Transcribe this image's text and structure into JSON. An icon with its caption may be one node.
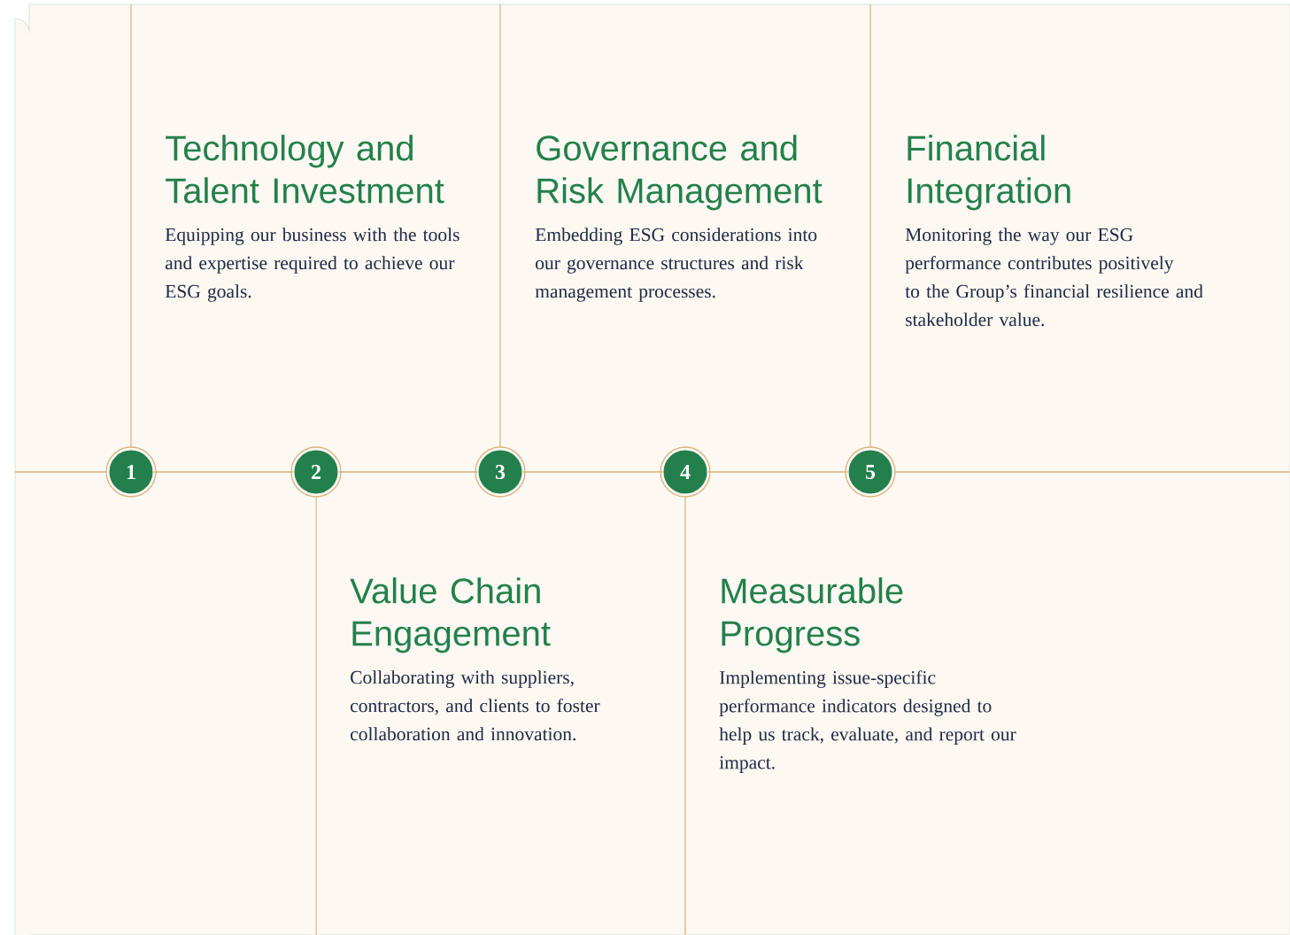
{
  "diagram": {
    "nodes": [
      {
        "text": [
          "1"
        ]
      },
      {
        "text": [
          "2"
        ]
      },
      {
        "text": [
          "3"
        ]
      },
      {
        "text": [
          "4"
        ]
      },
      {
        "text": [
          "5"
        ]
      }
    ],
    "edges": [
      {
        "from": 0,
        "to": 1,
        "arrow": "none"
      },
      {
        "from": 1,
        "to": 2,
        "arrow": "none"
      },
      {
        "from": 2,
        "to": 3,
        "arrow": "none"
      },
      {
        "from": 3,
        "to": 4,
        "arrow": "none"
      }
    ],
    "labels": [
      "Technology and Talent Investment",
      "Equipping our business with the tools and expertise required to achieve our ESG goals.",
      "Governance and Risk Management",
      "Embedding ESG considerations into our governance structures and risk management processes.",
      "Financial Integration",
      "Monitoring the way our ESG performance contributes positively to the Group’s financial resilience and stakeholder value.",
      "Value Chain Engagement",
      "Collaborating with suppliers, contractors, and clients to foster collaboration and innovation.",
      "Measurable Progress",
      "Implementing issue-specific performance indicators designed to help us track, evaluate, and report our impact."
    ]
  }
}
